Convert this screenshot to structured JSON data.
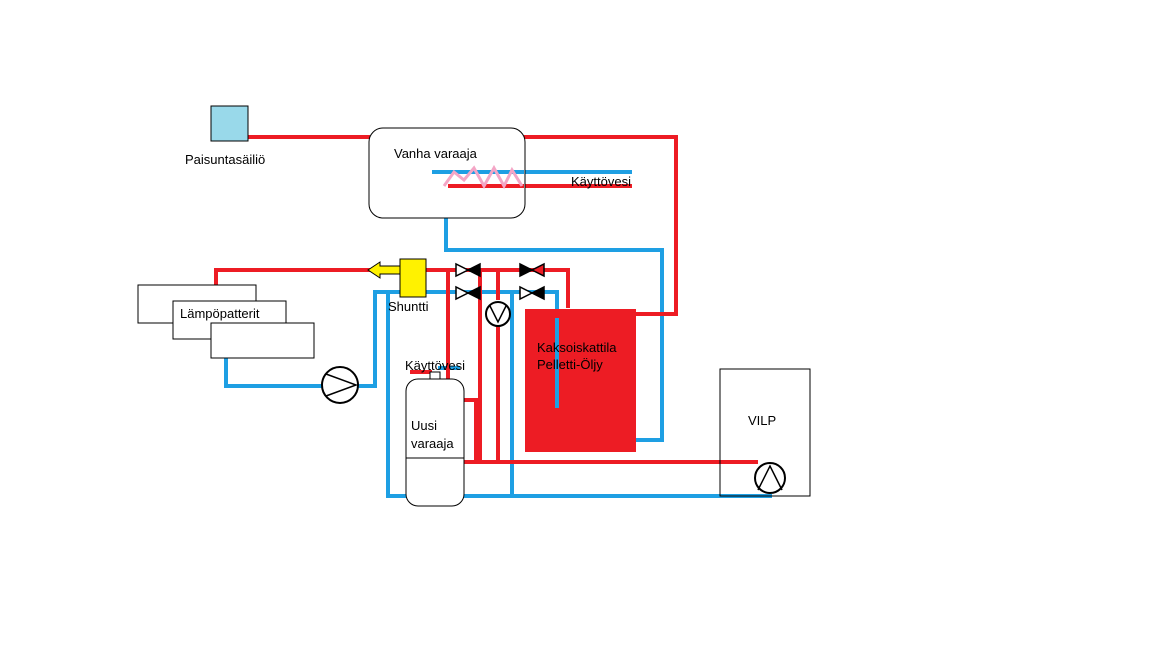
{
  "labels": {
    "expansion_tank": "Paisuntasäiliö",
    "old_tank": "Vanha varaaja",
    "hot_water_top": "Käyttövesi",
    "radiators": "Lämpöpatterit",
    "shunt": "Shuntti",
    "hot_water_new": "Käyttövesi",
    "new_tank_line1": "Uusi",
    "new_tank_line2": "varaaja",
    "boiler_line1": "Kaksoiskattila",
    "boiler_line2": "Pelletti-Öljy",
    "heat_pump": "VILP"
  },
  "colors": {
    "hot_pipe": "#ed1c24",
    "cold_pipe": "#1e9fe3",
    "boiler": "#ed1c24",
    "expansion_tank": "#99d9ea",
    "shunt": "#fff200",
    "coil": "#f4a6c6"
  },
  "icons": {
    "pump": "pump-icon",
    "valve": "valve-icon",
    "coil": "heat-exchanger-coil"
  }
}
